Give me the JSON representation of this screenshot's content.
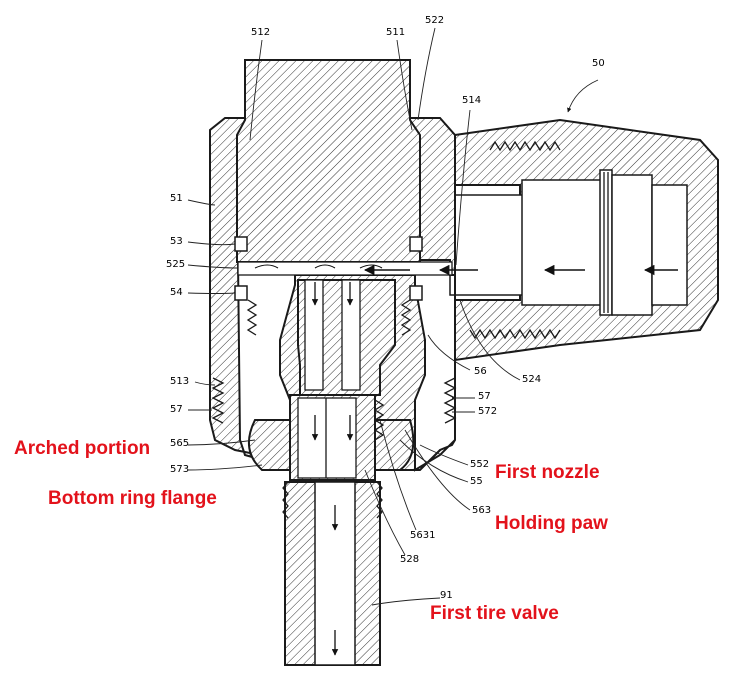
{
  "figure": {
    "reference_numerals": [
      {
        "id": "512",
        "text": "512"
      },
      {
        "id": "511",
        "text": "511"
      },
      {
        "id": "522",
        "text": "522"
      },
      {
        "id": "50",
        "text": "50"
      },
      {
        "id": "514",
        "text": "514"
      },
      {
        "id": "51",
        "text": "51"
      },
      {
        "id": "53",
        "text": "53"
      },
      {
        "id": "525",
        "text": "525"
      },
      {
        "id": "54",
        "text": "54"
      },
      {
        "id": "56",
        "text": "56"
      },
      {
        "id": "524",
        "text": "524"
      },
      {
        "id": "513",
        "text": "513"
      },
      {
        "id": "57a",
        "text": "57"
      },
      {
        "id": "57b",
        "text": "57"
      },
      {
        "id": "572",
        "text": "572"
      },
      {
        "id": "565",
        "text": "565"
      },
      {
        "id": "573",
        "text": "573"
      },
      {
        "id": "552",
        "text": "552"
      },
      {
        "id": "55",
        "text": "55"
      },
      {
        "id": "563",
        "text": "563"
      },
      {
        "id": "5631",
        "text": "5631"
      },
      {
        "id": "528",
        "text": "528"
      },
      {
        "id": "91",
        "text": "91"
      }
    ],
    "callouts": [
      {
        "id": "arched",
        "text": "Arched portion"
      },
      {
        "id": "bottom_ring",
        "text": "Bottom ring flange"
      },
      {
        "id": "first_nozzle",
        "text": "First nozzle"
      },
      {
        "id": "holding_paw",
        "text": "Holding paw"
      },
      {
        "id": "first_tire_valve",
        "text": "First tire valve"
      }
    ],
    "callout_color": "#e3121b",
    "line_color": "#1a1a1a"
  }
}
